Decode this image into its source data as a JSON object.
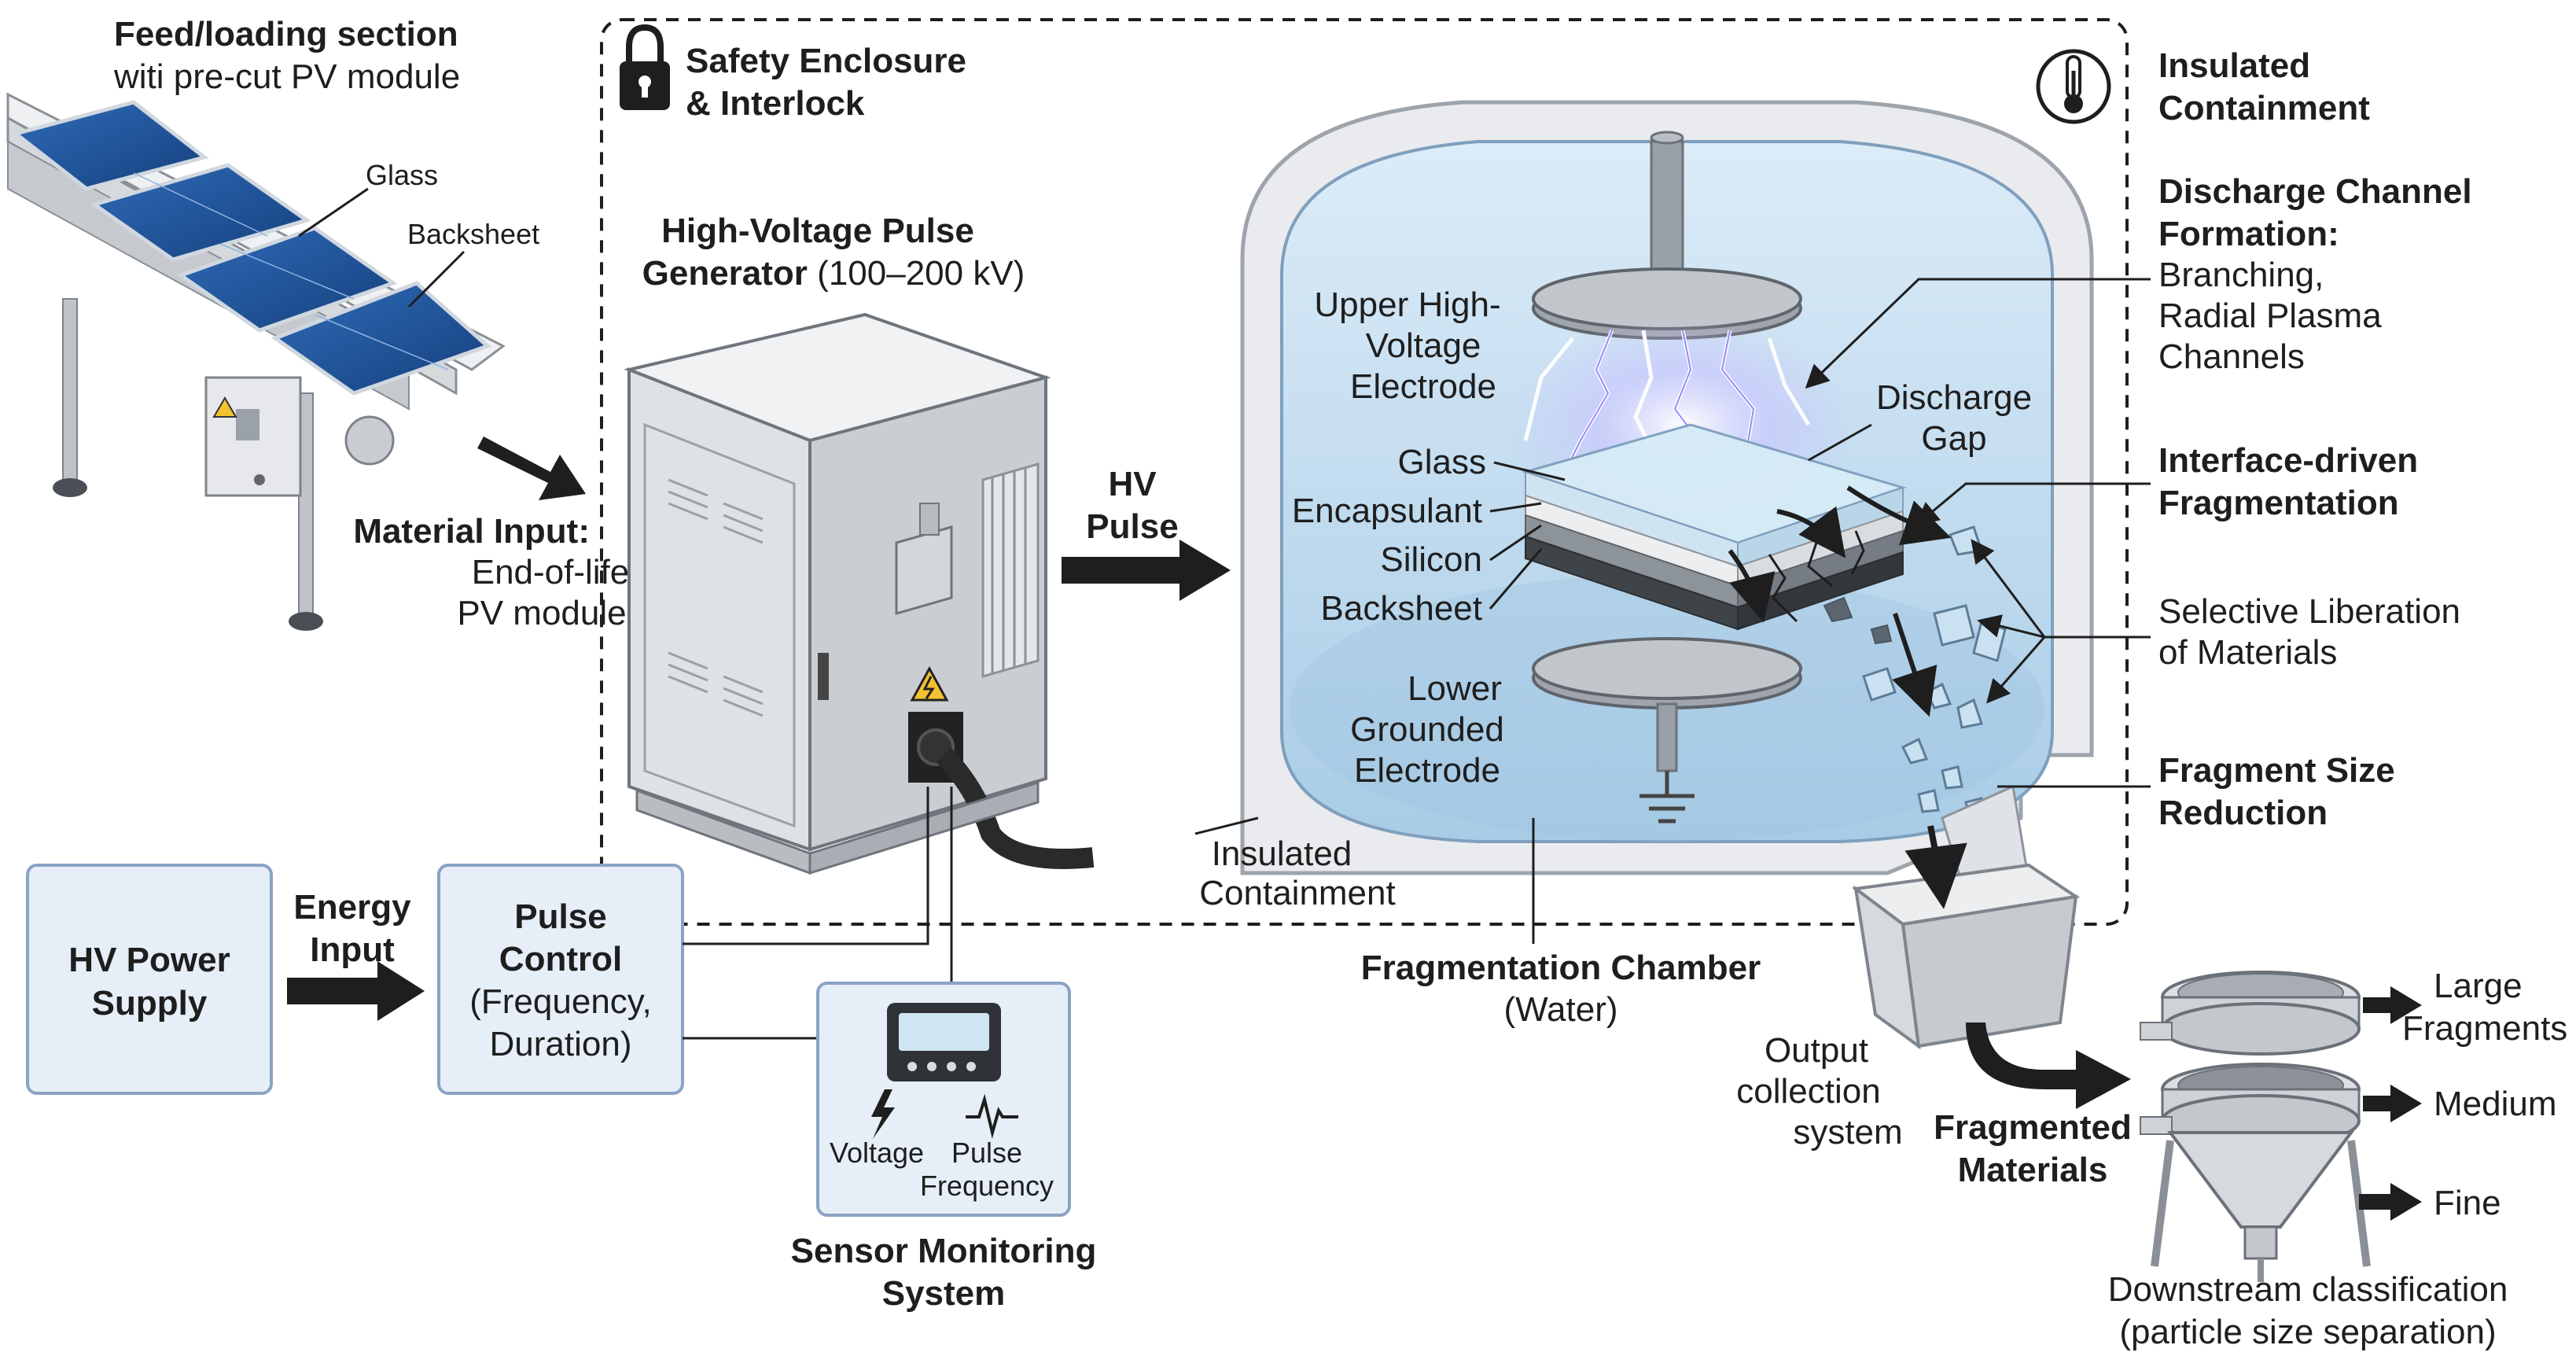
{
  "feed": {
    "title": "Feed/loading section",
    "subtitle": "witi pre-cut PV module",
    "glass": "Glass",
    "backsheet": "Backsheet"
  },
  "material_input": {
    "title": "Material Input:",
    "line1": "End-of-life",
    "line2": "PV modules"
  },
  "safety": {
    "line1": "Safety Enclosure",
    "line2": "& Interlock"
  },
  "generator": {
    "line1": "High-Voltage Pulse",
    "line2_bold": "Generator",
    "line2_rest": " (100–200 kV)"
  },
  "hv_pulse": {
    "line1": "HV",
    "line2": "Pulse"
  },
  "power_supply": {
    "line1": "HV Power",
    "line2": "Supply"
  },
  "energy_input": {
    "line1": "Energy",
    "line2": "Input"
  },
  "pulse_control": {
    "line1": "Pulse",
    "line2": "Control",
    "line3": "(Frequency,",
    "line4": "Duration)"
  },
  "sensor": {
    "voltage": "Voltage",
    "pulse_line1": "Pulse",
    "pulse_line2": "Frequency",
    "title1": "Sensor Monitoring",
    "title2": "System"
  },
  "chamber": {
    "upper1": "Upper High-",
    "upper2": "Voltage",
    "upper3": "Electrode",
    "discharge1": "Discharge",
    "discharge2": "Gap",
    "layers": [
      "Glass",
      "Encapsulant",
      "Silicon",
      "Backsheet"
    ],
    "lower1": "Lower",
    "lower2": "Grounded",
    "lower3": "Electrode",
    "insulated1": "Insulated",
    "insulated2": "Containment",
    "title": "Fragmentation Chamber",
    "subtitle": "(Water)"
  },
  "right_labels": {
    "containment1": "Insulated",
    "containment2": "Containment",
    "channel1": "Discharge Channel",
    "channel2": "Formation:",
    "channel3": "Branching,",
    "channel4": "Radial Plasma",
    "channel5": "Channels",
    "interface1": "Interface-driven",
    "interface2": "Fragmentation",
    "selective1": "Selective Liberation",
    "selective2": "of Materials",
    "size1": "Fragment Size",
    "size2": "Reduction"
  },
  "output": {
    "line1": "Output",
    "line2": "collection",
    "line3": "system",
    "fragmented1": "Fragmented",
    "fragmented2": "Materials"
  },
  "classification": {
    "large1": "Large",
    "large2": "Fragments",
    "medium": "Medium",
    "fine": "Fine",
    "title1": "Downstream classification",
    "title2": "(particle size separation)"
  },
  "icons": [
    "lock-icon",
    "thermometer-icon",
    "warning-icon",
    "lightning-icon",
    "pulse-wave-icon",
    "ground-symbol-icon"
  ]
}
